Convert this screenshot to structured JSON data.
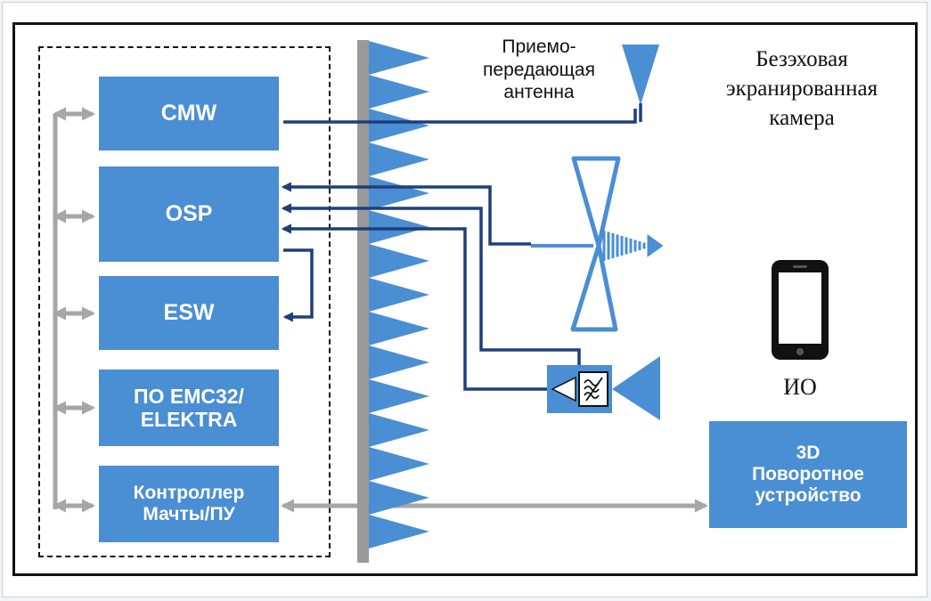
{
  "chamber": {
    "title_line1": "Безэховая",
    "title_line2": "экранированная",
    "title_line3": "камера"
  },
  "antenna": {
    "label_line1": "Приемо-",
    "label_line2": "передающая",
    "label_line3": "антенна"
  },
  "blocks": {
    "cmw": "CMW",
    "osp": "OSP",
    "esw": "ESW",
    "emc_line1": "ПО EMC32/",
    "emc_line2": "ELEKTRA",
    "ctrl_line1": "Контроллер",
    "ctrl_line2": "Мачты/ПУ",
    "turntable_line1": "3D",
    "turntable_line2": "Поворотное",
    "turntable_line3": "устройство"
  },
  "device": {
    "label": "ИО"
  },
  "colors": {
    "block_blue": "#4a8ed4",
    "cable_navy": "#1f3f7a",
    "bus_gray": "#a6a6a6",
    "absorber_blue": "#4a8ed4"
  },
  "icons": {
    "dut": "smartphone-icon",
    "amplifier": "amplifier-icon",
    "filter": "filter-icon",
    "horn": "horn-antenna-icon",
    "log_periodic": "log-periodic-antenna-icon",
    "tx_antenna": "triangle-antenna-icon"
  }
}
